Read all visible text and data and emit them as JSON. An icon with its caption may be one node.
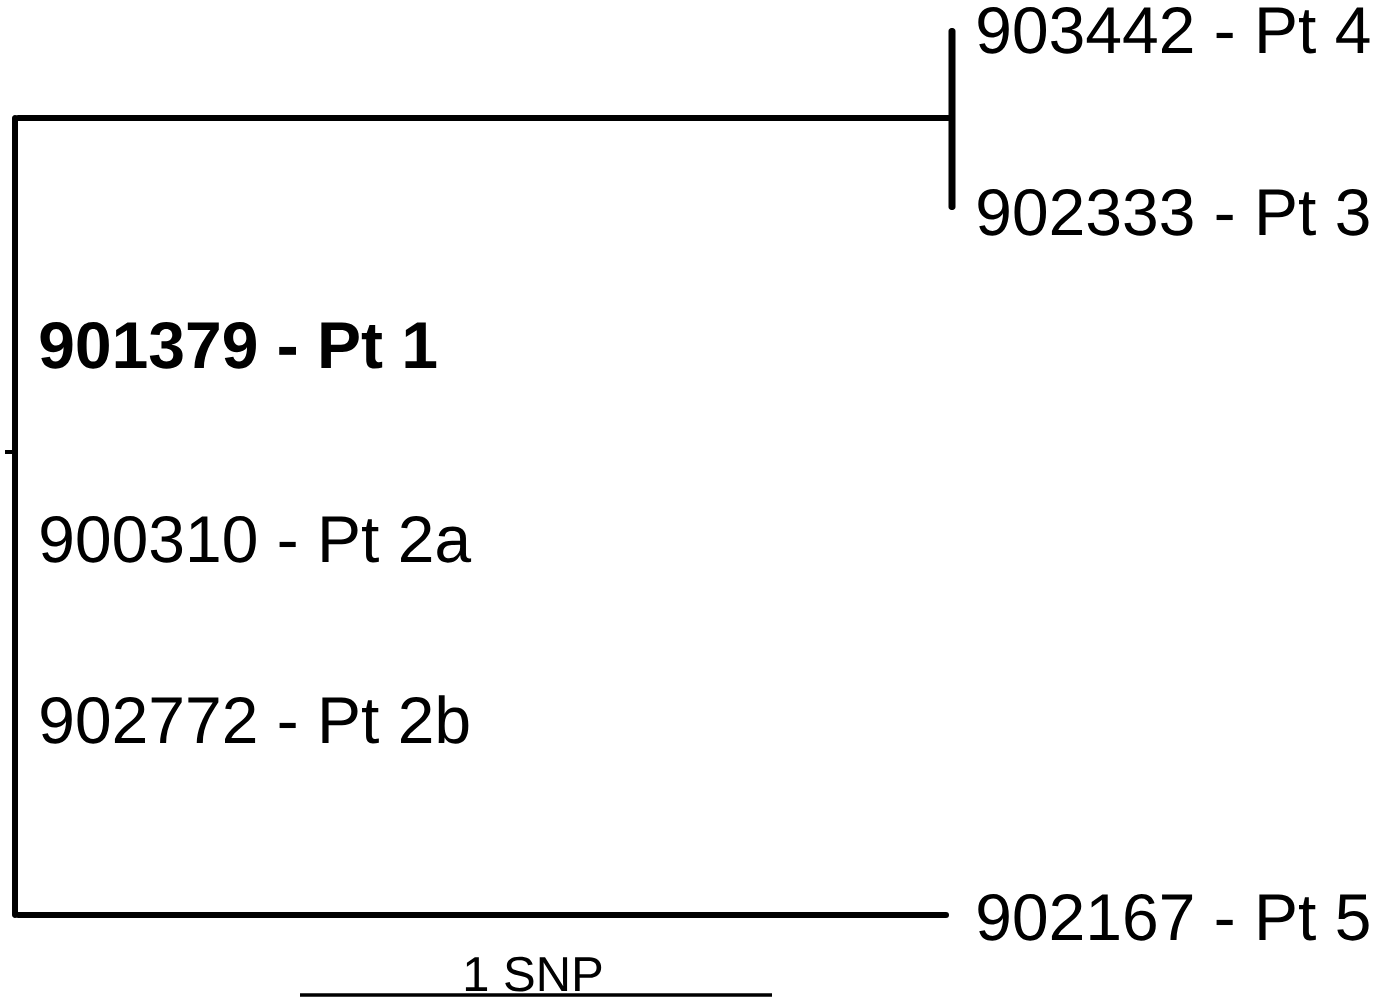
{
  "diagram": {
    "nodes": [
      {
        "text": [
          "903442 - Pt 4"
        ]
      },
      {
        "text": [
          "902333 - Pt 3"
        ]
      },
      {
        "text": [
          "901379 - Pt 1"
        ]
      },
      {
        "text": [
          "900310 - Pt 2a"
        ]
      },
      {
        "text": [
          "902772 - Pt 2b"
        ]
      },
      {
        "text": [
          "902167 - Pt 5"
        ]
      },
      {
        "text": [],
        "shape": "bar"
      },
      {
        "text": [],
        "shape": "bar"
      }
    ],
    "edges": [
      {
        "from": 6,
        "to": 7,
        "arrow": "none"
      },
      {
        "from": 6,
        "to": 5,
        "arrow": "none"
      }
    ],
    "labels": [
      "1 SNP"
    ]
  }
}
